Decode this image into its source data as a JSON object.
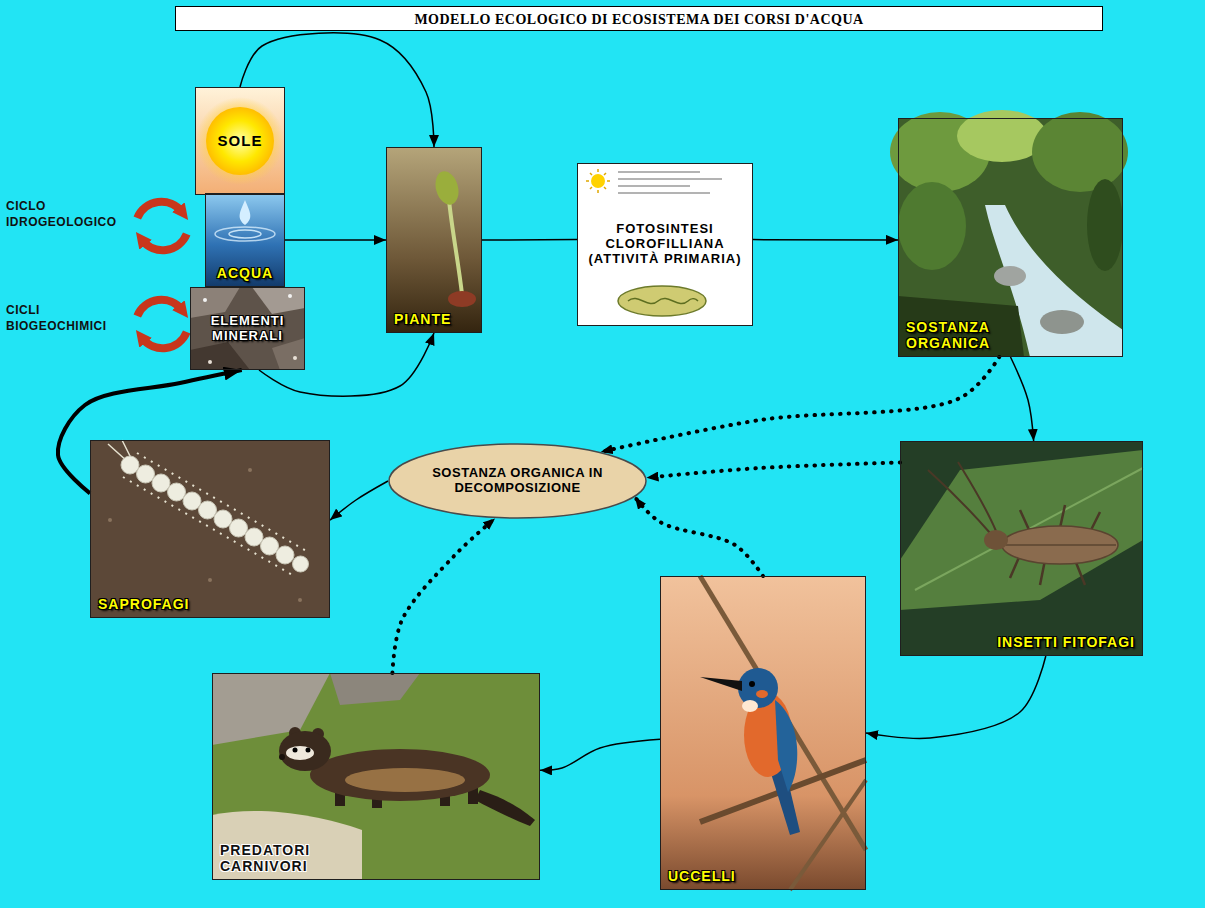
{
  "diagram": {
    "title": "MODELLO ECOLOGICO DI ECOSISTEMA DEI CORSI D'ACQUA",
    "nodes": [
      {
        "text": [
          "SOLE"
        ]
      },
      {
        "text": [
          "ACQUA"
        ]
      },
      {
        "text": [
          "ELEMENTI MINERALI"
        ]
      },
      {
        "text": [
          "PIANTE"
        ]
      },
      {
        "text": [
          "FOTOSINTESI CLOROFILLIANA (ATTIVITÀ PRIMARIA)"
        ]
      },
      {
        "text": [
          "SOSTANZA ORGANICA"
        ]
      },
      {
        "text": [
          "SAPROFAGI"
        ]
      },
      {
        "text": [
          "SOSTANZA ORGANICA IN DECOMPOSIZIONE"
        ]
      },
      {
        "text": [
          "INSETTI FITOFAGI"
        ]
      },
      {
        "text": [
          "UCCELLI"
        ]
      },
      {
        "text": [
          "PREDATORI CARNIVORI"
        ]
      }
    ],
    "edges": [
      {
        "from": 0,
        "to": 3,
        "arrow": "to"
      },
      {
        "from": 1,
        "to": 3,
        "arrow": "to"
      },
      {
        "from": 2,
        "to": 3,
        "arrow": "to"
      },
      {
        "from": 3,
        "to": 4,
        "arrow": "none"
      },
      {
        "from": 4,
        "to": 5,
        "arrow": "to"
      },
      {
        "from": 5,
        "to": 8,
        "arrow": "to"
      },
      {
        "from": 5,
        "to": 7,
        "arrow": "to"
      },
      {
        "from": 8,
        "to": 7,
        "arrow": "to"
      },
      {
        "from": 8,
        "to": 9,
        "arrow": "to"
      },
      {
        "from": 9,
        "to": 7,
        "arrow": "to"
      },
      {
        "from": 9,
        "to": 10,
        "arrow": "to"
      },
      {
        "from": 10,
        "to": 7,
        "arrow": "to"
      },
      {
        "from": 7,
        "to": 6,
        "arrow": "to"
      },
      {
        "from": 6,
        "to": 2,
        "arrow": "to"
      }
    ],
    "labels": [
      "CICLO IDROGEOLOGICO",
      "CICLI BIOGEOCHIMICI"
    ]
  }
}
